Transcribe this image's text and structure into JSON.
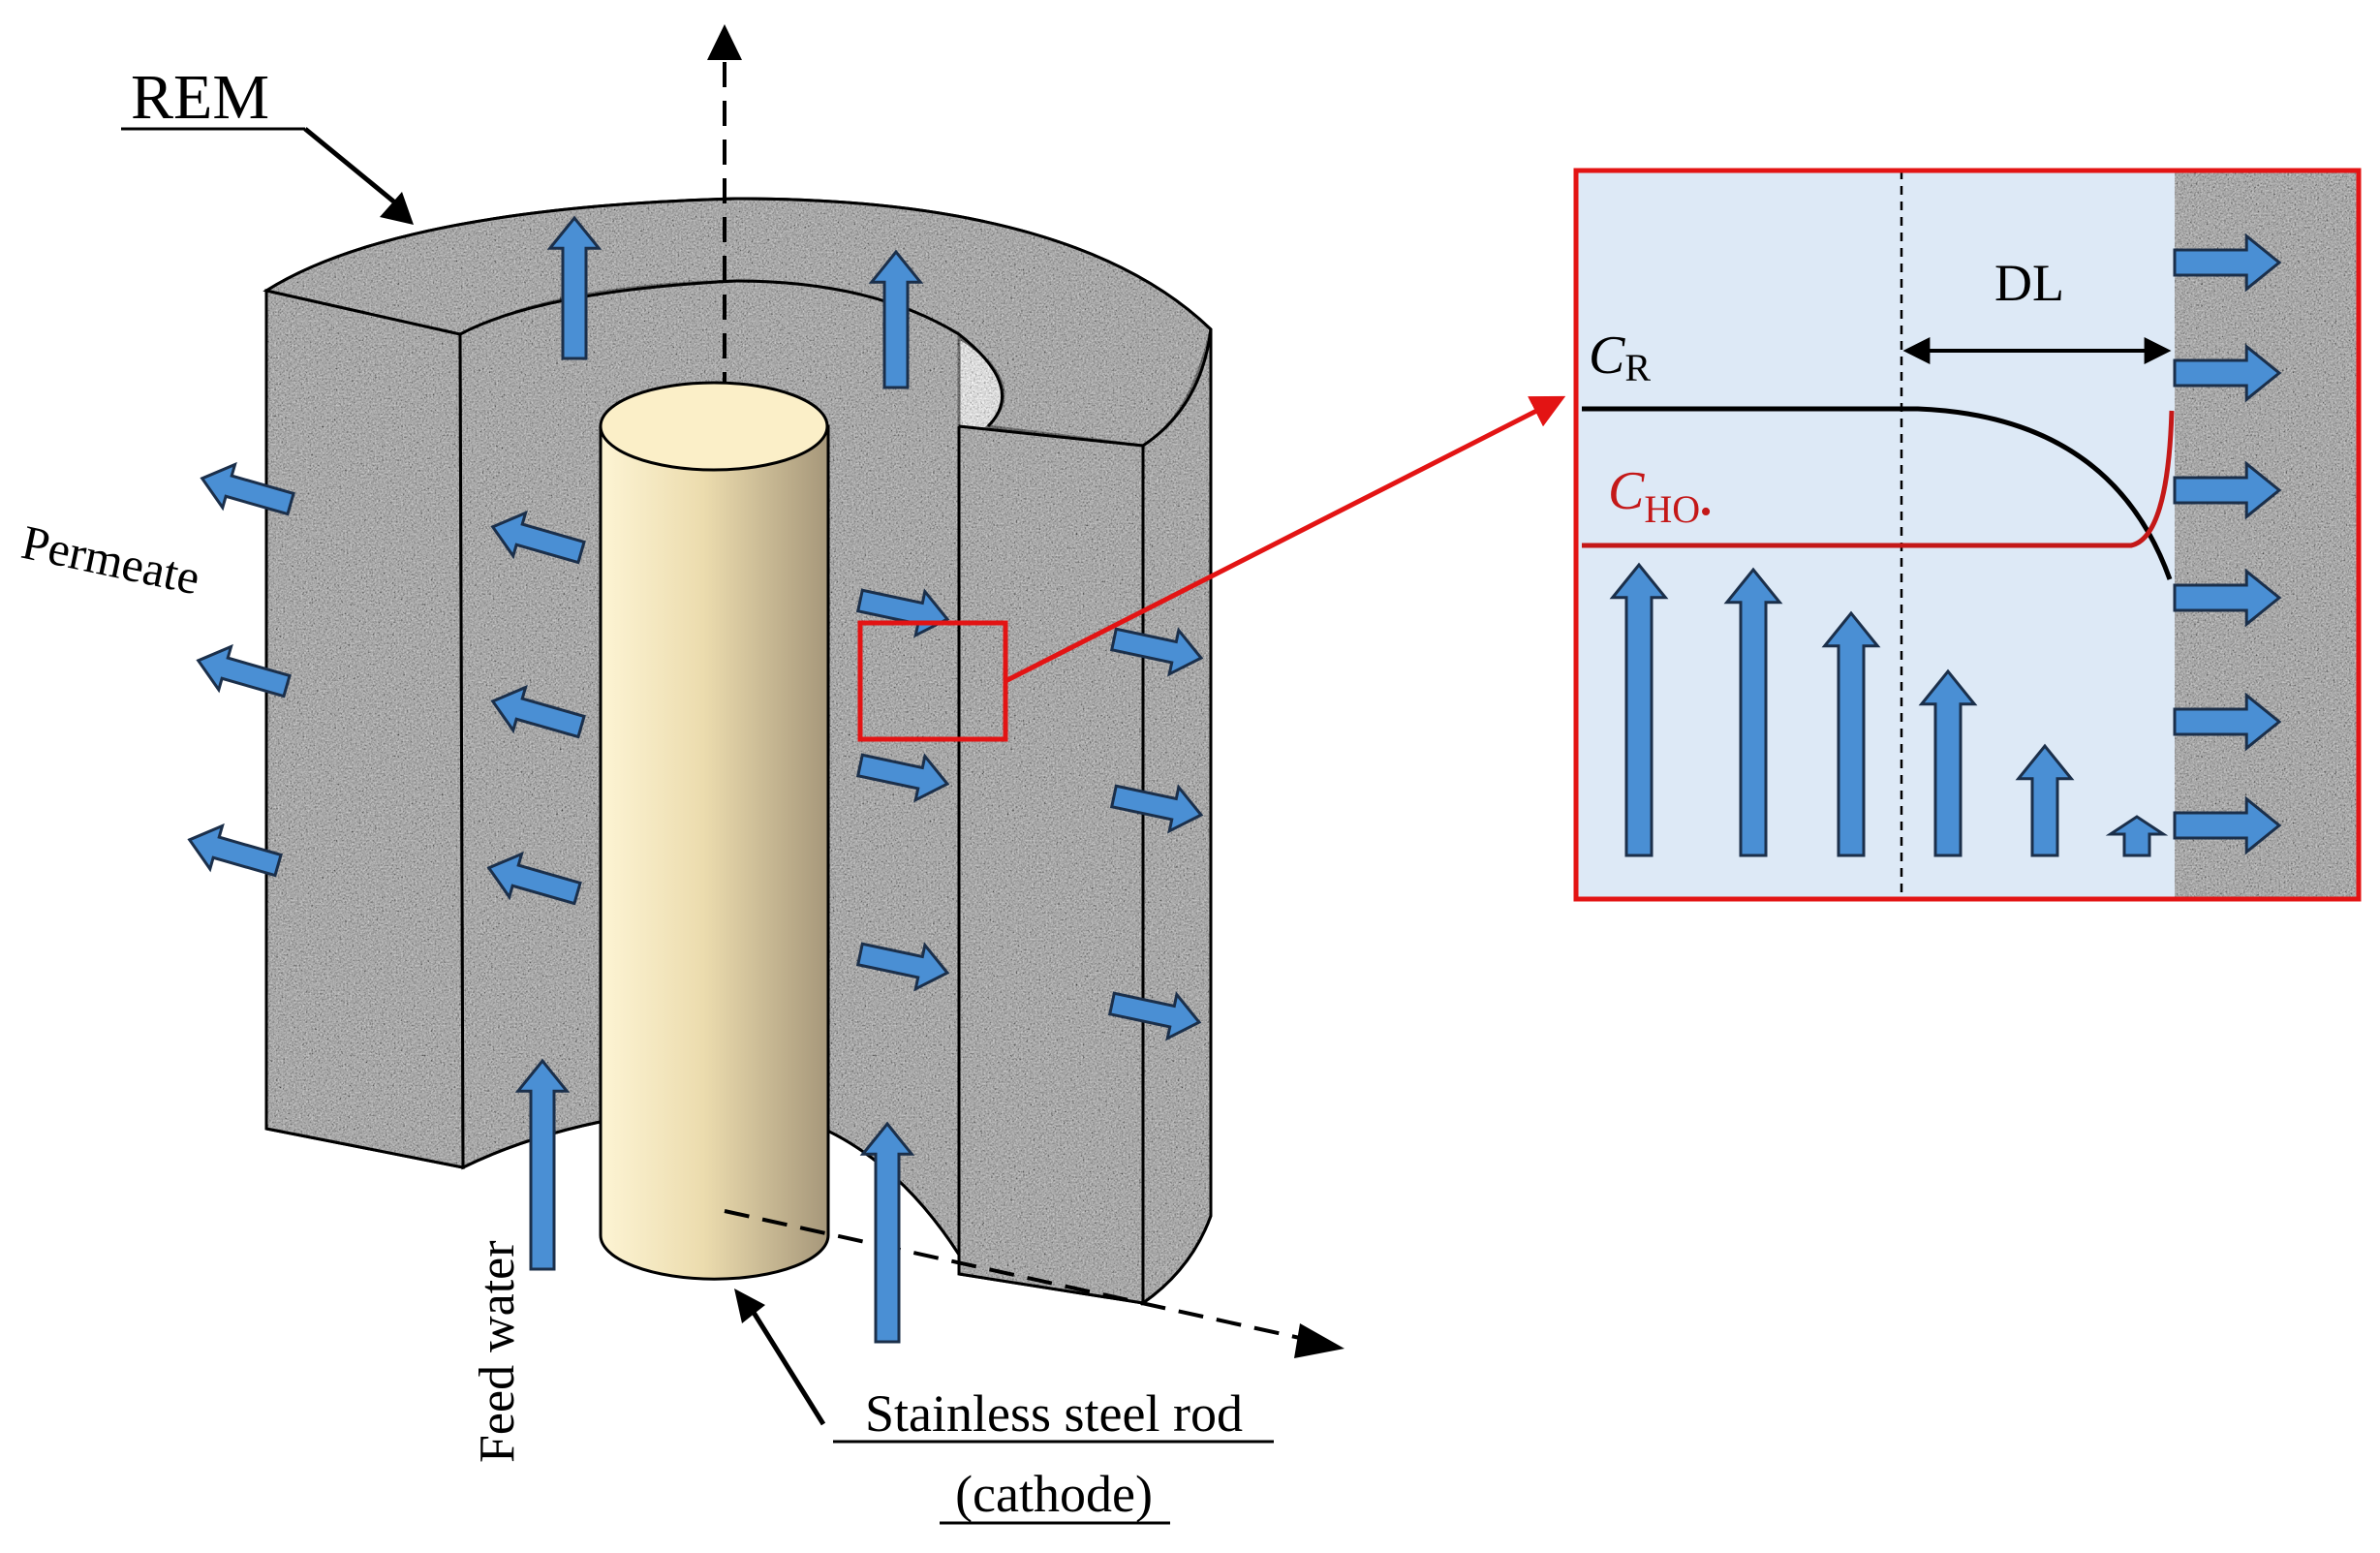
{
  "labels": {
    "rem": "REM",
    "permeate": "Permeate",
    "feed_water": "Feed water",
    "rod_line1": "Stainless steel rod",
    "rod_line2": "(cathode)"
  },
  "inset": {
    "dl": "DL",
    "cr_main": "C",
    "cr_sub": "R",
    "cho_main": "C",
    "cho_sub": "HO",
    "cho_dot": "•"
  },
  "colors": {
    "arrow_fill": "#4a8fd4",
    "arrow_stroke": "#1b2f4a",
    "highlight": "#e31414",
    "inset_bg": "#dde9f6",
    "rod_light": "#fbf0cc",
    "rod_dark": "#a99a76",
    "rem_texture": "#9a9a9a"
  },
  "icons": {
    "flow_arrow": "block-arrow-icon",
    "axis_arrow": "axis-arrow-icon",
    "pointer_arrow": "pointer-arrow-icon"
  }
}
